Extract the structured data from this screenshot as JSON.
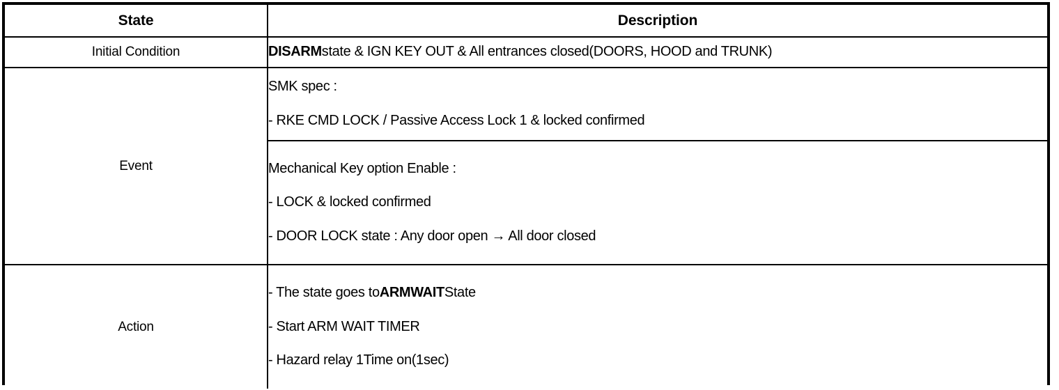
{
  "table": {
    "columns": [
      {
        "key": "state",
        "header": "State"
      },
      {
        "key": "description",
        "header": "Description"
      }
    ],
    "rows": [
      {
        "state": "Initial Condition",
        "description_lines": [
          {
            "segments": [
              {
                "text": "DISARM",
                "bold": true
              },
              {
                "text": "state & IGN KEY OUT & All entrances closed(DOORS, HOOD and TRUNK)",
                "bold": false
              }
            ]
          }
        ]
      },
      {
        "state": "Event",
        "sub_blocks": [
          {
            "lines": [
              {
                "segments": [
                  {
                    "text": "SMK spec :",
                    "bold": false
                  }
                ]
              },
              {
                "segments": [
                  {
                    "text": "-  RKE CMD LOCK / Passive Access Lock 1 & locked confirmed",
                    "bold": false
                  }
                ]
              }
            ]
          },
          {
            "lines": [
              {
                "segments": [
                  {
                    "text": "Mechanical Key option Enable :",
                    "bold": false
                  }
                ]
              },
              {
                "segments": [
                  {
                    "text": "-  LOCK & locked confirmed",
                    "bold": false
                  }
                ]
              },
              {
                "segments": [
                  {
                    "text": "-  DOOR LOCK state : Any door open → All door closed",
                    "bold": false
                  }
                ]
              }
            ]
          }
        ]
      },
      {
        "state": "Action",
        "sub_blocks": [
          {
            "lines": [
              {
                "segments": [
                  {
                    "text": "-  The state goes to",
                    "bold": false
                  },
                  {
                    "text": "ARMWAIT",
                    "bold": true
                  },
                  {
                    "text": "State",
                    "bold": false
                  }
                ]
              },
              {
                "segments": [
                  {
                    "text": "-  Start ARM WAIT TIMER",
                    "bold": false
                  }
                ]
              },
              {
                "segments": [
                  {
                    "text": "-  Hazard relay 1Time on(1sec)",
                    "bold": false
                  }
                ]
              }
            ]
          }
        ]
      }
    ]
  },
  "style": {
    "border_color": "#000000",
    "text_color": "#000000",
    "background": "#ffffff"
  }
}
